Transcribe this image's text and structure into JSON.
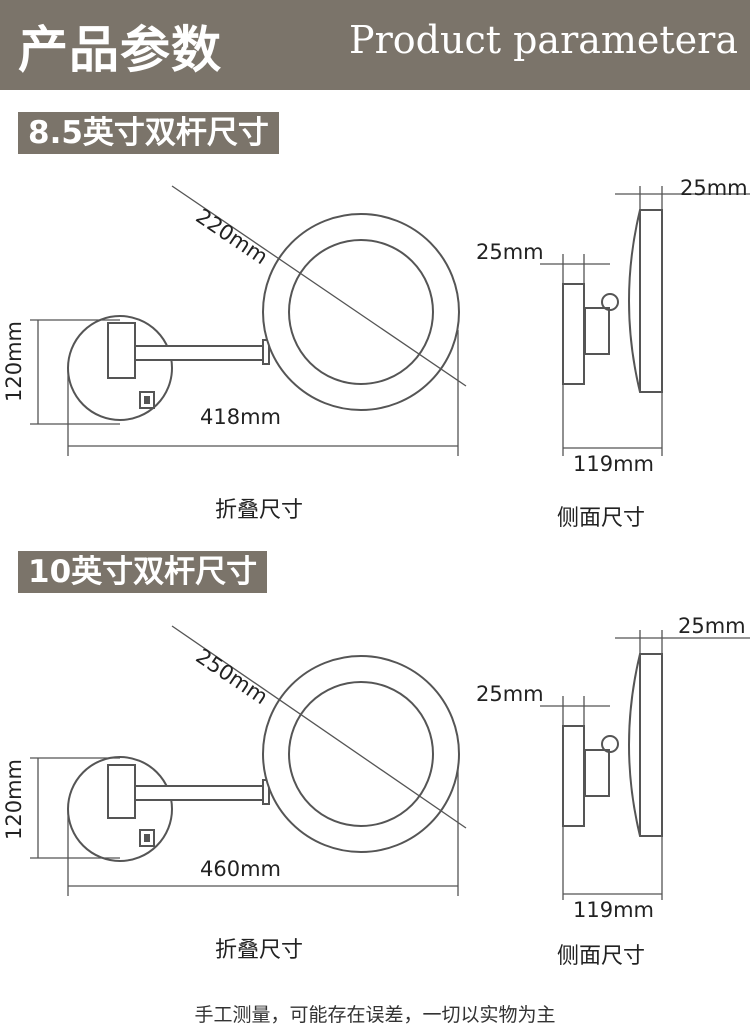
{
  "header": {
    "title_cn": "产品参数",
    "title_en": "Product parametera"
  },
  "sections": [
    {
      "label": "8.5英寸双杆尺寸",
      "diameter": "220mm",
      "height": "120mm",
      "width": "418mm",
      "side_top": "25mm",
      "side_mid": "25mm",
      "side_bottom": "119mm",
      "caption_folded": "折叠尺寸",
      "caption_side": "侧面尺寸"
    },
    {
      "label": "10英寸双杆尺寸",
      "diameter": "250mm",
      "height": "120mm",
      "width": "460mm",
      "side_top": "25mm",
      "side_mid": "25mm",
      "side_bottom": "119mm",
      "caption_folded": "折叠尺寸",
      "caption_side": "侧面尺寸"
    }
  ],
  "footer": {
    "note": "手工测量，可能存在误差，一切以实物为主"
  }
}
